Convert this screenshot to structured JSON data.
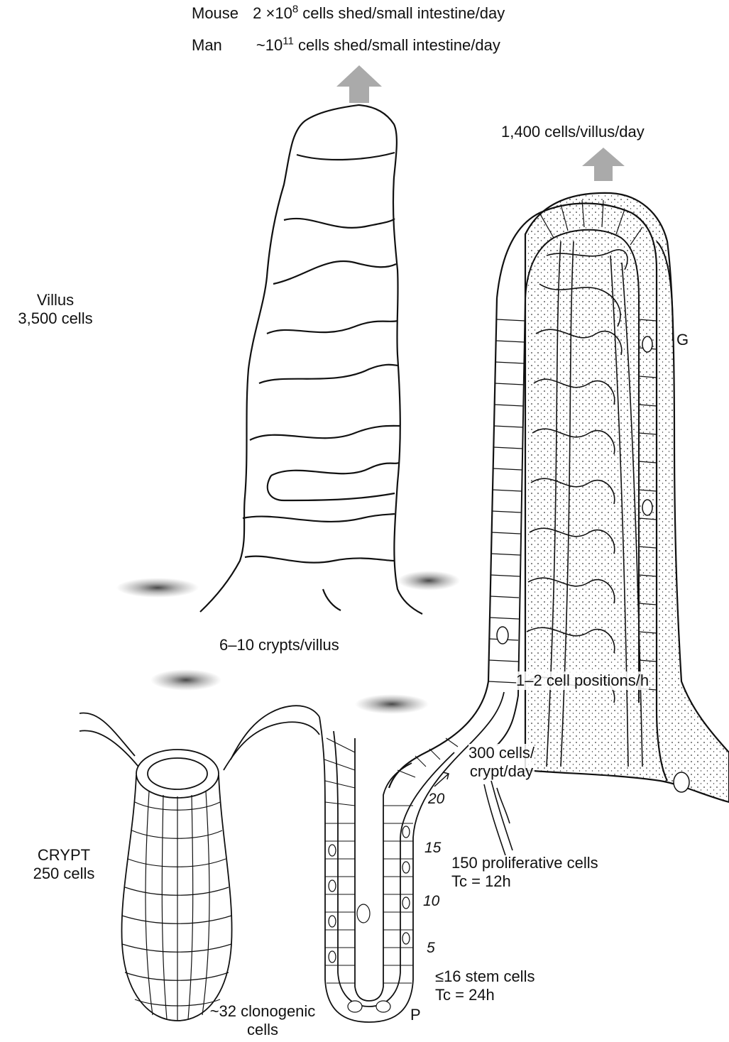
{
  "header": {
    "mouse_label": "Mouse",
    "mouse_value": "2 ×10",
    "mouse_exp": "8",
    "mouse_text": " cells shed/small intestine/day",
    "man_label": "Man",
    "man_value": "~10",
    "man_exp": "11",
    "man_text": " cells shed/small intestine/day"
  },
  "villus_shed": "1,400 cells/villus/day",
  "villus": {
    "title": "Villus",
    "cells": "3,500 cells"
  },
  "label_g": "G",
  "crypts_per_villus": "6–10 crypts/villus",
  "migration_rate": "1–2 cell positions/h",
  "crypt_output": {
    "line1": "300 cells/",
    "line2": "crypt/day"
  },
  "crypt": {
    "title": "CRYPT",
    "cells": "250 cells"
  },
  "positions": [
    "20",
    "15",
    "10",
    "5"
  ],
  "proliferative": {
    "line1": "150 proliferative cells",
    "line2": "Tc = 12h"
  },
  "stem": {
    "line1": "≤16 stem cells",
    "line2": "Tc = 24h"
  },
  "clonogenic": {
    "line1": "~32 clonogenic",
    "line2": "cells"
  },
  "label_p": "P"
}
